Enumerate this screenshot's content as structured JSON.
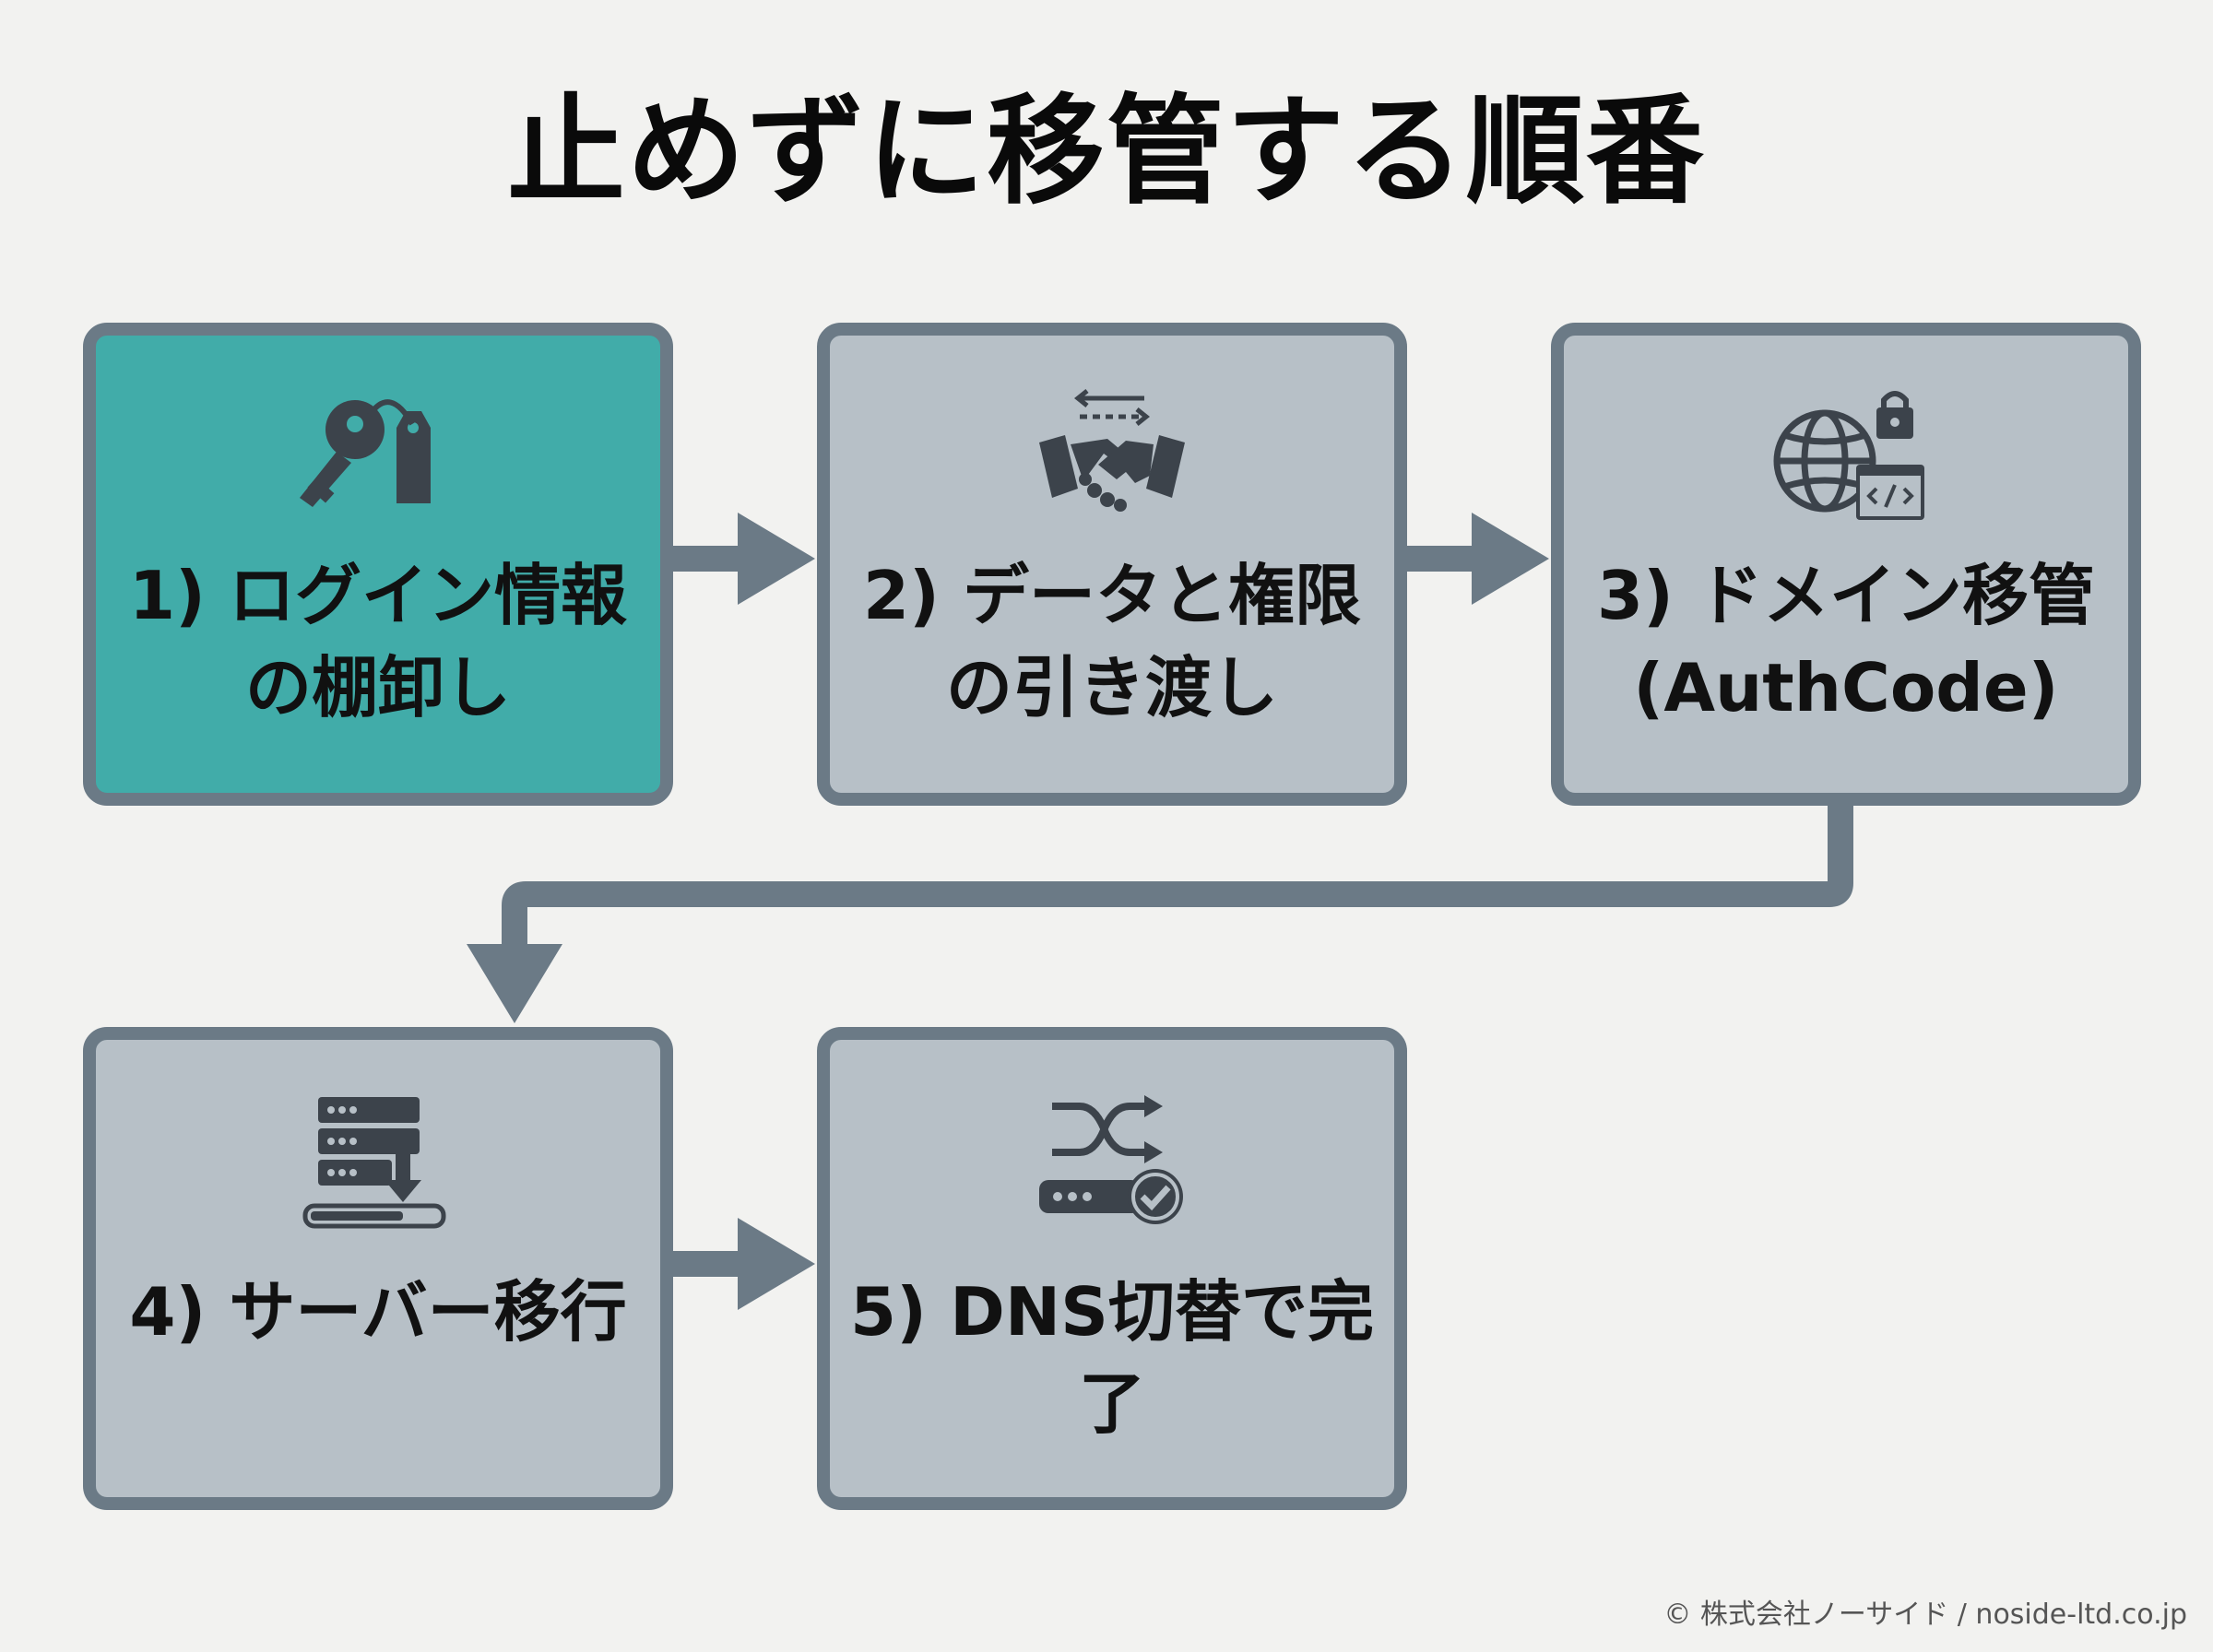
{
  "title": "止めずに移管する順番",
  "steps": [
    {
      "label": "1) ログイン情報\nの棚卸し",
      "icon": "key-tag-icon",
      "highlighted": true
    },
    {
      "label": "2) データと権限\nの引き渡し",
      "icon": "handshake-exchange-icon",
      "highlighted": false
    },
    {
      "label": "3) ドメイン移管\n(AuthCode)",
      "icon": "globe-lock-code-icon",
      "highlighted": false
    },
    {
      "label": "4) サーバー移行",
      "icon": "server-download-icon",
      "highlighted": false
    },
    {
      "label": "5) DNS切替で完了",
      "icon": "shuffle-check-icon",
      "highlighted": false
    }
  ],
  "copyright": "© 株式会社ノーサイド / noside-ltd.co.jp",
  "colors": {
    "background": "#f2f2f0",
    "box_fill": "#b7c0c7",
    "box_highlight": "#41aca9",
    "border": "#6b7a86",
    "icon": "#3c434b",
    "text": "#111111"
  }
}
